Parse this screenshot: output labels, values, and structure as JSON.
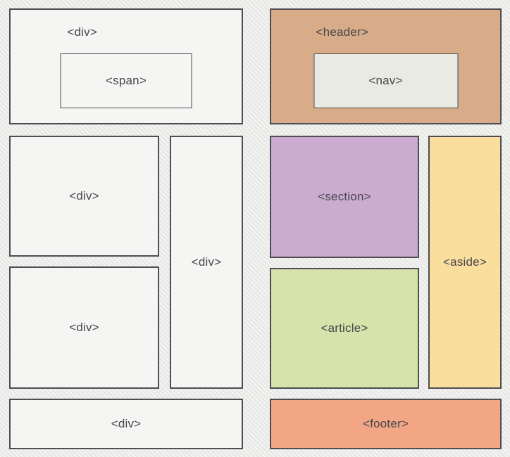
{
  "colors": {
    "page_bg": "#ebebe9",
    "box_fill": "#f5f5f3",
    "border": "#4d4d52",
    "text": "#47474c",
    "header_bg": "#d8ac88",
    "nav_bg": "#e9eae1",
    "section_bg": "#cbacd0",
    "article_bg": "#d6e4ab",
    "aside_bg": "#fade9d",
    "footer_bg": "#f2a685"
  },
  "non_semantic": {
    "container_label": "<div>",
    "inline_label": "<span>",
    "main_label": "<div>",
    "secondary_label": "<div>",
    "sidebar_label": "<div>",
    "bottom_label": "<div>"
  },
  "semantic": {
    "header_label": "<header>",
    "nav_label": "<nav>",
    "section_label": "<section>",
    "article_label": "<article>",
    "aside_label": "<aside>",
    "footer_label": "<footer>"
  }
}
